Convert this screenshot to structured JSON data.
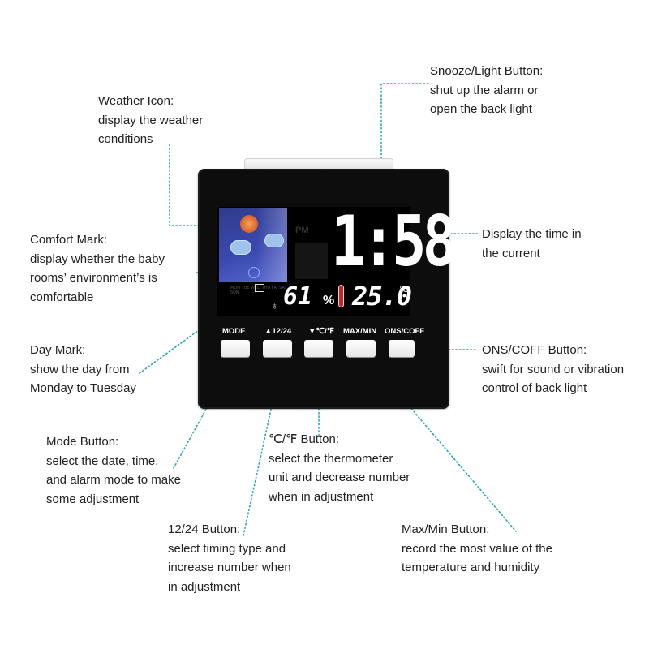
{
  "callouts": {
    "snooze": {
      "title": "Snooze/Light Button:",
      "lines": [
        "shut up the alarm or",
        "open the back light"
      ]
    },
    "weather": {
      "title": "Weather Icon:",
      "lines": [
        "display the weather",
        "conditions"
      ]
    },
    "comfort": {
      "title": "Comfort Mark:",
      "lines": [
        "display whether the baby",
        "rooms’ environment’s is",
        "comfortable"
      ]
    },
    "time": {
      "title": "Display the time in",
      "lines": [
        "the current"
      ]
    },
    "day": {
      "title": "Day Mark:",
      "lines": [
        "show the day from",
        "Monday to Tuesday"
      ]
    },
    "onoff": {
      "title": "ONS/COFF Button:",
      "lines": [
        "swift for sound or vibration",
        "control of back light"
      ]
    },
    "mode": {
      "title": "Mode Button:",
      "lines": [
        "select the date, time,",
        "and alarm mode to make",
        "some adjustment"
      ]
    },
    "cf": {
      "title": "℃/℉ Button:",
      "lines": [
        "select the thermometer",
        "unit and decrease number",
        "when in adjustment"
      ]
    },
    "h1224": {
      "title": "12/24 Button:",
      "lines": [
        "select timing type and",
        " increase number when",
        "in adjustment"
      ]
    },
    "maxmin": {
      "title": "Max/Min Button:",
      "lines": [
        "record the most value of the",
        "temperature and humidity"
      ]
    }
  },
  "display": {
    "pm": "PM",
    "time": "1:58",
    "humidity": "61",
    "humidity_unit": "%",
    "temperature": "25.0",
    "temperature_unit": "℃",
    "days": "MON TUE WED THU FRI SAT SUN"
  },
  "buttons": {
    "mode": "MODE",
    "h1224": "▲12/24",
    "cf": "▼℃/℉",
    "maxmin": "MAX/MIN",
    "onoff": "ONS/COFF"
  },
  "colors": {
    "leader": "#2aa6b8",
    "clock_body": "#0d0d0d",
    "weather_panel": "#3a49b0"
  },
  "icons": [
    "sun-icon",
    "cloud-icon",
    "smiley-icon",
    "thermometer-icon",
    "droplet-icon"
  ]
}
